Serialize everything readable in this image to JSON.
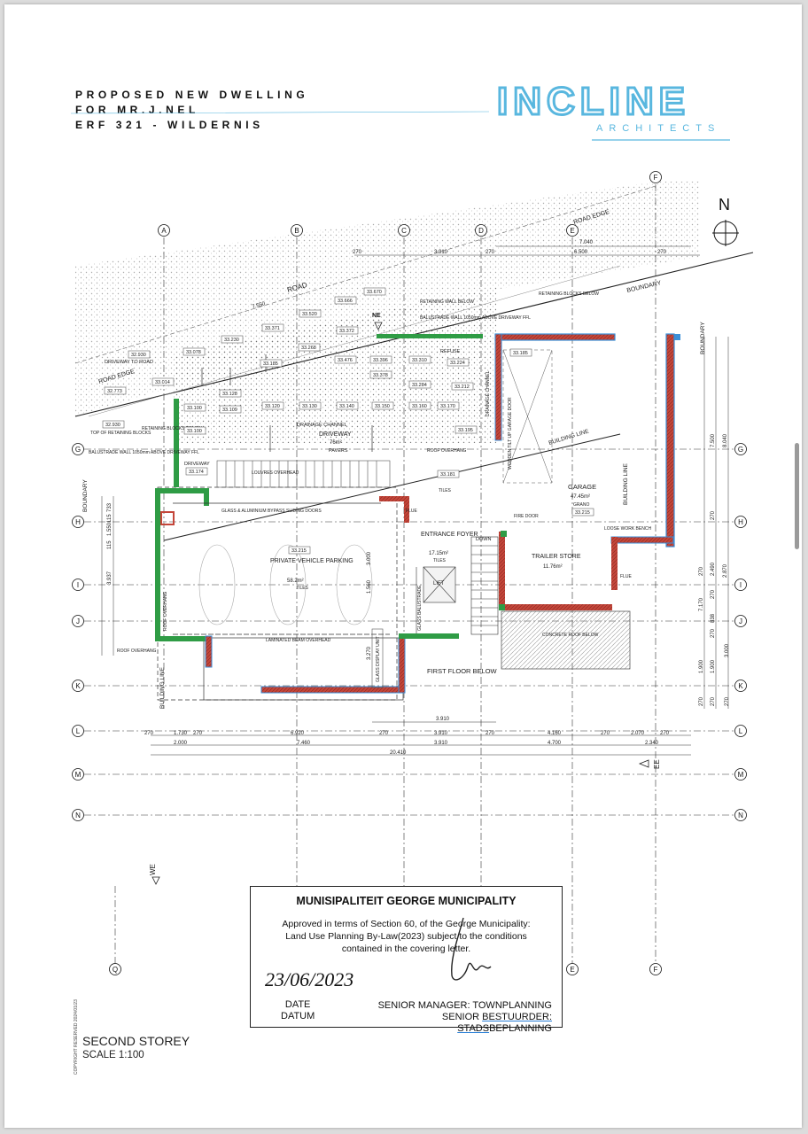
{
  "title": {
    "line1": "PROPOSED NEW DWELLING",
    "line2": "FOR MR.J.NEL",
    "line3": "ERF 321 - WILDERNIS"
  },
  "logo": {
    "word": "INCLINE",
    "sub": "ARCHITECTS"
  },
  "north": {
    "label": "N",
    "icon": "north-arrow-icon"
  },
  "grid_letters": [
    "A",
    "B",
    "C",
    "D",
    "E",
    "F",
    "G",
    "H",
    "I",
    "J",
    "K",
    "L",
    "M",
    "N",
    "Q"
  ],
  "site_labels": {
    "road": "ROAD",
    "road_edge_top": "ROAD EDGE",
    "road_edge_left": "ROAD EDGE",
    "boundary_top": "BOUNDARY",
    "boundary_right": "BOUNDARY",
    "boundary_left": "BOUNDARY",
    "building_line_right": "BUILDING LINE",
    "building_line_left": "BUILDING LINE",
    "building_line_diag": "BUILDING LINE",
    "driveway_to_road": "DRIVEWAY TO ROAD",
    "top_retaining": "TOP OF RETAINING BLOCKS",
    "retaining_blocks_below": "RETAINING BLOCKS BELOW",
    "retaining_blocks_below_right": "RETAINING BLOCKS BELOW",
    "retaining_wall_below": "RETAINING WALL BELOW",
    "balustrade_above": "BALUSTRADE WALL 1050mm ABOVE DRIVEWAY FFL",
    "balustrade_left": "BALUSTRADE WALL 1050mm ABOVE DRIVEWAY FFL",
    "refuse": "REFUSE",
    "drainage_channel": "DRAINAGE CHANNEL",
    "drainage_channel_v": "DRAINAGE CHANNEL",
    "driveway": "DRIVEWAY",
    "driveway_area": "76m²",
    "pavers": "PAVERS",
    "roof_overhang_top": "ROOF OVERHANG",
    "roof_overhang_left": "ROOF OVERHANG",
    "louvres": "LOUVRES OVERHEAD",
    "driveway_small": "DRIVEWAY",
    "sliding_doors": "GLASS & ALUMINIUM BYPASS SLIDING DOORS",
    "garage_door": "WOODEN TILT UP GARAGE DOOR",
    "ne": "NE",
    "we": "WE",
    "ee": "EE"
  },
  "levels": [
    "33.670",
    "33.666",
    "33.520",
    "33.371",
    "33.372",
    "33.230",
    "33.078",
    "33.268",
    "33.185",
    "32.930",
    "33.014",
    "32.773",
    "32.930",
    "33.476",
    "33.396",
    "33.310",
    "33.224",
    "33.378",
    "33.284",
    "33.212",
    "33.120",
    "33.130",
    "33.140",
    "33.150",
    "33.160",
    "33.170",
    "33.100",
    "33.128",
    "33.109",
    "33.100",
    "33.195",
    "33.174",
    "33.181",
    "33.215",
    "33.215",
    "33.185"
  ],
  "rooms": {
    "private_parking": "PRIVATE VEHICLE PARKING",
    "private_parking_area": "58.2m²",
    "private_parking_finish": "TILES",
    "entrance_foyer": "ENTRANCE FOYER",
    "entrance_foyer_area": "17.15m²",
    "entrance_foyer_finish": "TILES",
    "garage": "GARAGE",
    "garage_area": "47.45m²",
    "garage_finish": "GRANO",
    "trailer_store": "TRAILER STORE",
    "trailer_store_area": "11.76m²",
    "lift": "LIFT",
    "down": "DOWN",
    "fire_door": "FIRE DOOR",
    "flue1": "FLUE",
    "flue2": "FLUE",
    "loose_bench": "LOOSE WORK BENCH",
    "concrete_roof": "CONCRETE ROOF BELOW",
    "first_floor_below": "FIRST FLOOR BELOW",
    "glass_balustrade": "GLASS BALUSTRADE",
    "glass_display": "GLASS DISPLAY UNIT",
    "laminated_beam": "LAMINATED BEAM OVERHEAD",
    "tiles": "TILES",
    "roof_overhang": "ROOF OVERHANG"
  },
  "dimensions": {
    "top_row": [
      "270",
      "3.910",
      "270",
      "6.500",
      "270"
    ],
    "top_total": "7.040",
    "right_col": [
      "7.500",
      "8.040",
      "270",
      "2.490",
      "270",
      "2.870",
      "270",
      "7.170",
      "838",
      "270",
      "1.900",
      "3.000",
      "270",
      "1.900",
      "270",
      "270"
    ],
    "left_col": [
      "733",
      "115",
      "1.550",
      "115",
      "3.937"
    ],
    "bottom_row1": [
      "270",
      "1.730",
      "270",
      "6.920",
      "270",
      "3.910",
      "270",
      "4.160",
      "270",
      "2.070",
      "270"
    ],
    "bottom_row2": [
      "2.000",
      "7.460",
      "3.910",
      "4.700",
      "2.340"
    ],
    "bottom_total": "20.410",
    "bottom_top": "3.910",
    "mid": [
      "3.000",
      "1.560",
      "3.270",
      "7.550"
    ]
  },
  "stamp": {
    "heading": "MUNISIPALITEIT GEORGE MUNICIPALITY",
    "line1": "Approved in terms of Section 60, of the George Municipality:",
    "line2": "Land Use Planning By-Law(2023) subject to the conditions",
    "line3": "contained in the covering letter.",
    "date_value": "23/06/2023",
    "date_label": "DATE",
    "datum_label": "DATUM",
    "sig_line1": "SENIOR MANAGER: TOWNPLANNING",
    "sig_line2a": "SENIOR ",
    "sig_line2b": "BESTUURDER: STADS",
    "sig_line2c": "BEPLANNING"
  },
  "footer": {
    "title": "SECOND STOREY",
    "scale": "SCALE 1:100"
  },
  "copyright": "COPYRIGHT RESERVED 2024/01/23",
  "colors": {
    "brick": "#c4463a",
    "new_green": "#2f9c45",
    "glass_blue": "#3a8fd8",
    "logo_blue": "#59b7df"
  }
}
